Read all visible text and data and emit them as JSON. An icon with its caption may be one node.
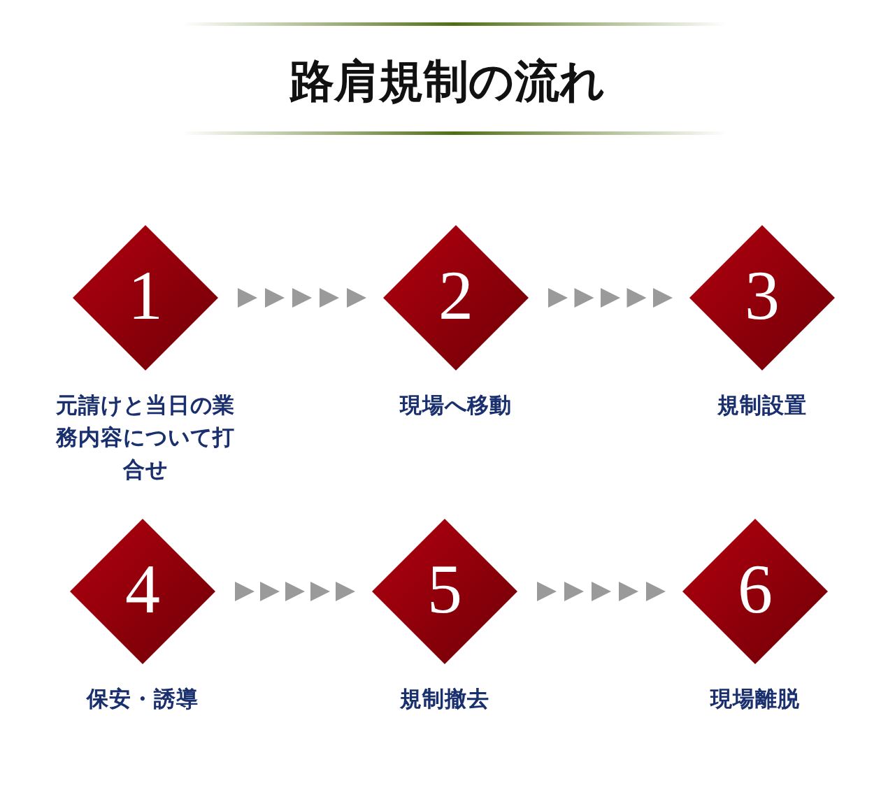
{
  "diagram": {
    "title": "路肩規制の流れ",
    "nodes": [
      {
        "text": [
          "1"
        ],
        "beside": [
          "元請けと当日の業務内容について打合せ"
        ]
      },
      {
        "text": [
          "2"
        ],
        "beside": [
          "現場へ移動"
        ]
      },
      {
        "text": [
          "3"
        ],
        "beside": [
          "規制設置"
        ]
      },
      {
        "text": [
          "4"
        ],
        "beside": [
          "保安・誘導"
        ]
      },
      {
        "text": [
          "5"
        ],
        "beside": [
          "規制撤去"
        ]
      },
      {
        "text": [
          "6"
        ],
        "beside": [
          "現場離脱"
        ]
      }
    ],
    "edges": [
      {
        "from": 0,
        "to": 1,
        "arrow": "to"
      },
      {
        "from": 1,
        "to": 2,
        "arrow": "to"
      },
      {
        "from": 3,
        "to": 4,
        "arrow": "to"
      },
      {
        "from": 4,
        "to": 5,
        "arrow": "to"
      }
    ]
  }
}
